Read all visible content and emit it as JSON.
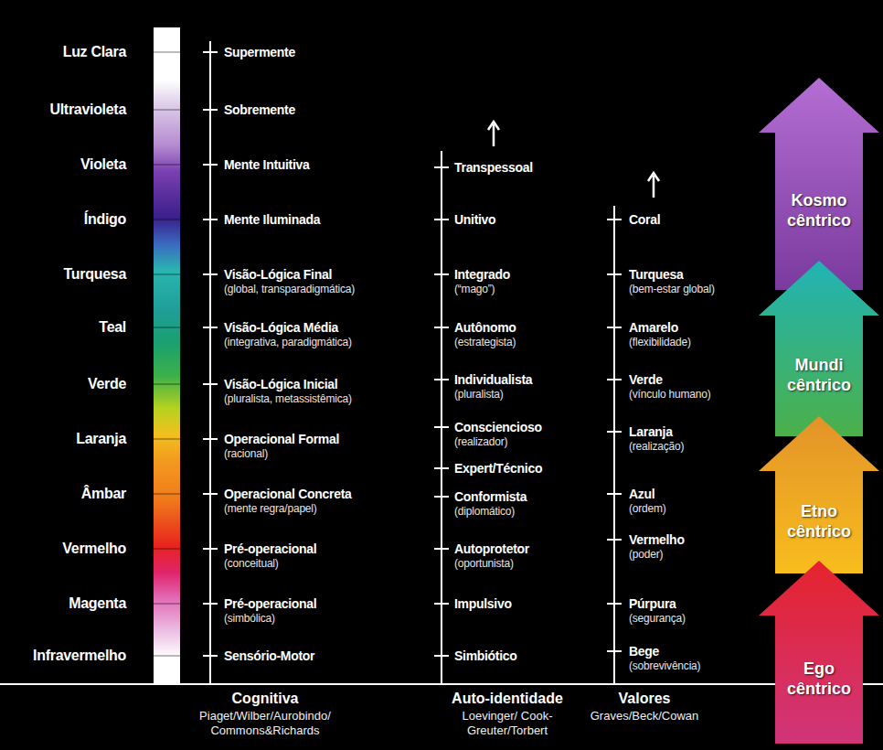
{
  "diagram": {
    "nodes": [
      {
        "text": [
          "Kosmo cêntrico"
        ]
      },
      {
        "text": [
          "Mundi cêntrico"
        ]
      },
      {
        "text": [
          "Etno cêntrico"
        ]
      },
      {
        "text": [
          "Ego cêntrico"
        ]
      }
    ],
    "labels": [
      "Luz Clara",
      "Ultravioleta",
      "Violeta",
      "Índigo",
      "Turquesa",
      "Teal",
      "Verde",
      "Laranja",
      "Âmbar",
      "Vermelho",
      "Magenta",
      "Infravermelho",
      "Supermente",
      "Sobremente",
      "Mente Intuitiva",
      "Mente Iluminada",
      "Visão-Lógica Final",
      "(global, transparadigmática)",
      "Visão-Lógica Média",
      "(integrativa, paradigmática)",
      "Visão-Lógica Inicial",
      "(pluralista, metassistêmica)",
      "Operacional Formal",
      "(racional)",
      "Operacional Concreta",
      "(mente regra/papel)",
      "Pré-operacional",
      "(conceitual)",
      "Pré-operacional",
      "(simbólica)",
      "Sensório-Motor",
      "Transpessoal",
      "Unitivo",
      "Integrado",
      "(“mago”)",
      "Autônomo",
      "(estrategista)",
      "Individualista",
      "(pluralista)",
      "Consciencioso",
      "(realizador)",
      "Expert/Técnico",
      "Conformista",
      "(diplomático)",
      "Autoprotetor",
      "(oportunista)",
      "Impulsivo",
      "Simbiótico",
      "Coral",
      "Turquesa",
      "(bem-estar global)",
      "Amarelo",
      "(flexibilidade)",
      "Verde",
      "(vínculo humano)",
      "Laranja",
      "(realização)",
      "Azul",
      "(ordem)",
      "Vermelho",
      "(poder)",
      "Púrpura",
      "(segurança)",
      "Bege",
      "(sobrevivência)",
      "Cognitiva",
      "Piaget/Wilber/Aurobindo/ Commons&Richards",
      "Auto-identidade",
      "Loevinger/ Cook-Greuter/Torbert",
      "Valores",
      "Graves/Beck/Cowan"
    ]
  }
}
